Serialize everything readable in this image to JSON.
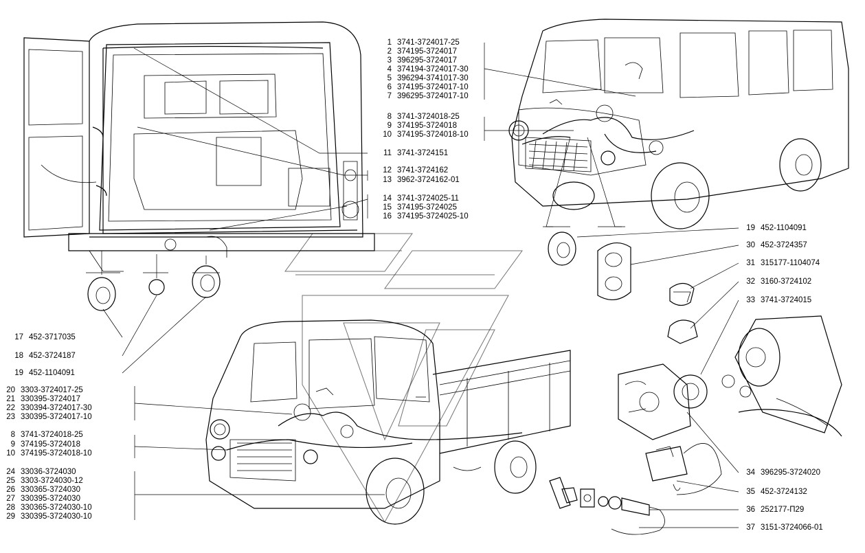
{
  "parts": [
    {
      "num": "1",
      "code": "3741-3724017-25"
    },
    {
      "num": "2",
      "code": "374195-3724017"
    },
    {
      "num": "3",
      "code": "396295-3724017"
    },
    {
      "num": "4",
      "code": "374194-3724017-30"
    },
    {
      "num": "5",
      "code": "396294-3741017-30"
    },
    {
      "num": "6",
      "code": "374195-3724017-10"
    },
    {
      "num": "7",
      "code": "396295-3724017-10"
    },
    {
      "num": "8",
      "code": "3741-3724018-25"
    },
    {
      "num": "9",
      "code": "374195-3724018"
    },
    {
      "num": "10",
      "code": "374195-3724018-10"
    },
    {
      "num": "11",
      "code": "3741-3724151"
    },
    {
      "num": "12",
      "code": "3741-3724162"
    },
    {
      "num": "13",
      "code": "3962-3724162-01"
    },
    {
      "num": "14",
      "code": "3741-3724025-11"
    },
    {
      "num": "15",
      "code": "374195-3724025"
    },
    {
      "num": "16",
      "code": "374195-3724025-10"
    },
    {
      "num": "17",
      "code": "452-3717035"
    },
    {
      "num": "18",
      "code": "452-3724187"
    },
    {
      "num": "19",
      "code": "452-1104091"
    },
    {
      "num": "19",
      "code": "452-1104091"
    },
    {
      "num": "30",
      "code": "452-3724357"
    },
    {
      "num": "31",
      "code": "315177-1104074"
    },
    {
      "num": "32",
      "code": "3160-3724102"
    },
    {
      "num": "33",
      "code": "3741-3724015"
    },
    {
      "num": "20",
      "code": "3303-3724017-25"
    },
    {
      "num": "21",
      "code": "330395-3724017"
    },
    {
      "num": "22",
      "code": "330394-3724017-30"
    },
    {
      "num": "23",
      "code": "330395-3724017-10"
    },
    {
      "num": "8",
      "code": "3741-3724018-25"
    },
    {
      "num": "9",
      "code": "374195-3724018"
    },
    {
      "num": "10",
      "code": "374195-3724018-10"
    },
    {
      "num": "24",
      "code": "33036-3724030"
    },
    {
      "num": "25",
      "code": "3303-3724030-12"
    },
    {
      "num": "26",
      "code": "330365-3724030"
    },
    {
      "num": "27",
      "code": "330395-3724030"
    },
    {
      "num": "28",
      "code": "330365-3724030-10"
    },
    {
      "num": "29",
      "code": "330395-3724030-10"
    },
    {
      "num": "34",
      "code": "396295-3724020"
    },
    {
      "num": "35",
      "code": "452-3724132"
    },
    {
      "num": "36",
      "code": "252177-П29"
    },
    {
      "num": "37",
      "code": "3151-3724066-01"
    }
  ]
}
